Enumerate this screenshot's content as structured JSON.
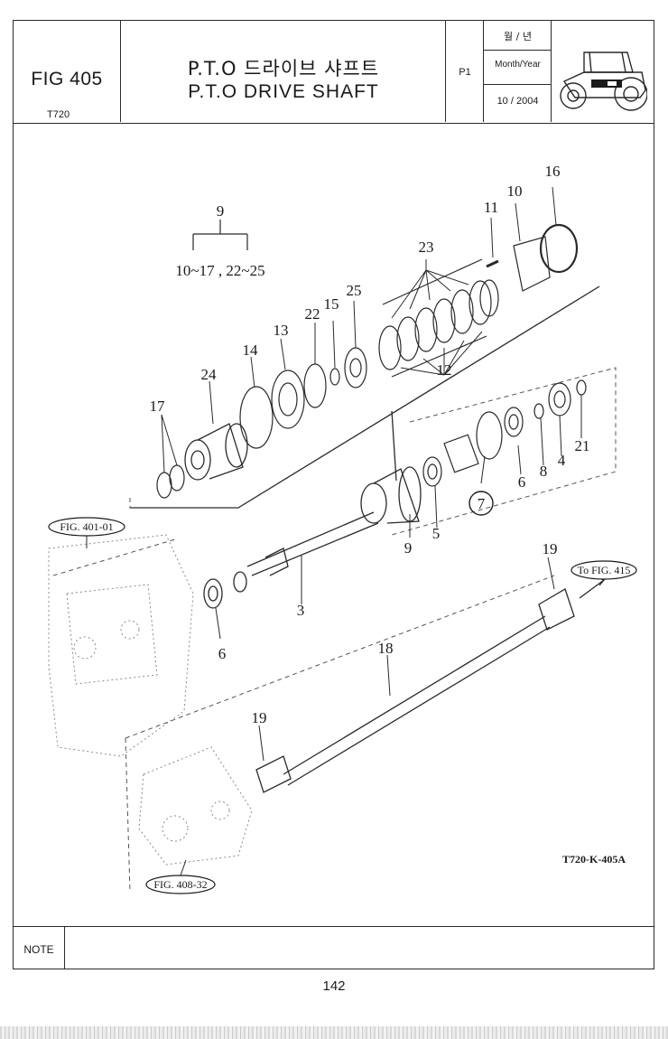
{
  "header": {
    "fig_title": "FIG 405",
    "model": "T720",
    "title_korean": "P.T.O 드라이브 샤프트",
    "title_english": "P.T.O DRIVE SHAFT",
    "page_code": "P1",
    "date_label_korean": "월 / 년",
    "date_label_english": "Month/Year",
    "date_value": "10 / 2004",
    "thumbnail_icon": "tractor-icon"
  },
  "diagram": {
    "group_label": "9",
    "group_range": "10~17 , 22~25",
    "callouts": [
      "16",
      "10",
      "11",
      "23",
      "25",
      "22",
      "15",
      "13",
      "14",
      "24",
      "12",
      "17",
      "6",
      "8",
      "4",
      "21",
      "9",
      "5",
      "7",
      "3",
      "19",
      "18"
    ],
    "callout_extra": [
      "6",
      "19"
    ],
    "references": {
      "fig_401": "FIG. 401-01",
      "fig_415": "To FIG. 415",
      "fig_408": "FIG. 408-32"
    },
    "drawing_code": "T720-K-405A"
  },
  "note": {
    "label": "NOTE",
    "text": ""
  },
  "footer": {
    "page_number": "142"
  }
}
